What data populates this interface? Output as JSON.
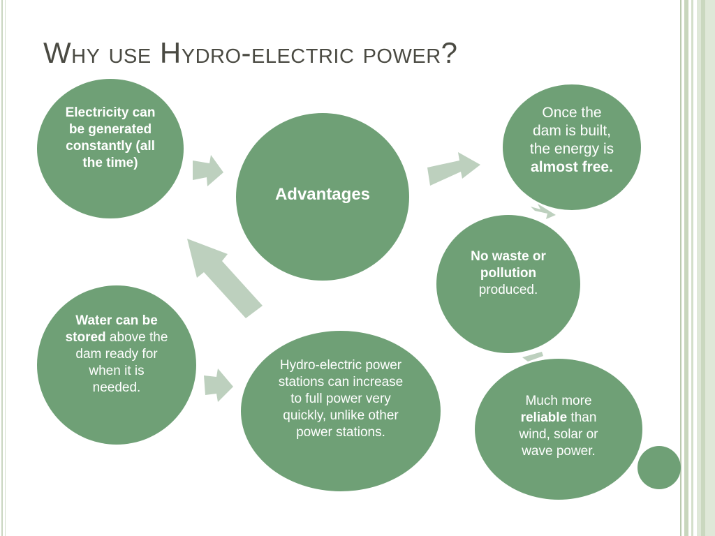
{
  "slide": {
    "title": "Why use Hydro-electric power?",
    "accent_color": "#6fa076",
    "arrow_color": "#bdd0be"
  },
  "nodes": {
    "electricity": {
      "bold": "Electricity can be generated constantly (all the time)",
      "rest": ""
    },
    "advantages": {
      "label": "Advantages"
    },
    "free": {
      "before": "Once the dam is built, the energy is ",
      "bold": "almost free."
    },
    "waste": {
      "bold": "No waste or pollution",
      "rest": " produced."
    },
    "water": {
      "bold": "Water can be stored",
      "rest": " above the dam ready for when it is needed."
    },
    "quick": {
      "text": "Hydro-electric power stations can increase to full power very quickly, unlike other power stations."
    },
    "reliable": {
      "before": "Much more ",
      "bold": "reliable",
      "after": " than wind, solar or wave power."
    }
  }
}
